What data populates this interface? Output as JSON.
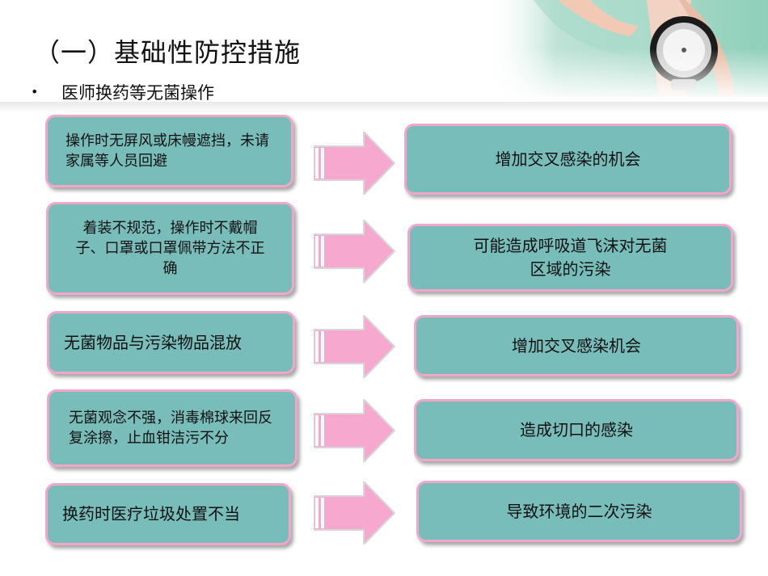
{
  "slide": {
    "title": "（一）基础性防控措施",
    "bullet": "医师换药等无菌操作"
  },
  "rows": [
    {
      "cause": "操作时无屏风或床幔遮挡，未请家属等人员回避",
      "effect": "增加交叉感染的机会"
    },
    {
      "cause": "着装不规范，操作时不戴帽子、口罩或口罩佩带方法不正确",
      "effect": "可能造成呼吸道飞沫对无菌区域的污染"
    },
    {
      "cause": "无菌物品与污染物品混放",
      "effect": "增加交叉感染机会"
    },
    {
      "cause": "无菌观念不强，消毒棉球来回反复涂擦，止血钳洁污不分",
      "effect": "造成切口的感染"
    },
    {
      "cause": "换药时医疗垃圾处置不当",
      "effect": "导致环境的二次污染"
    }
  ],
  "colors": {
    "box_fill": "#79bdbb",
    "box_border": "#f2a6c9",
    "arrow_fill": "#f7a8cf"
  },
  "image": {
    "icon": "doctor-stethoscope-photo"
  }
}
